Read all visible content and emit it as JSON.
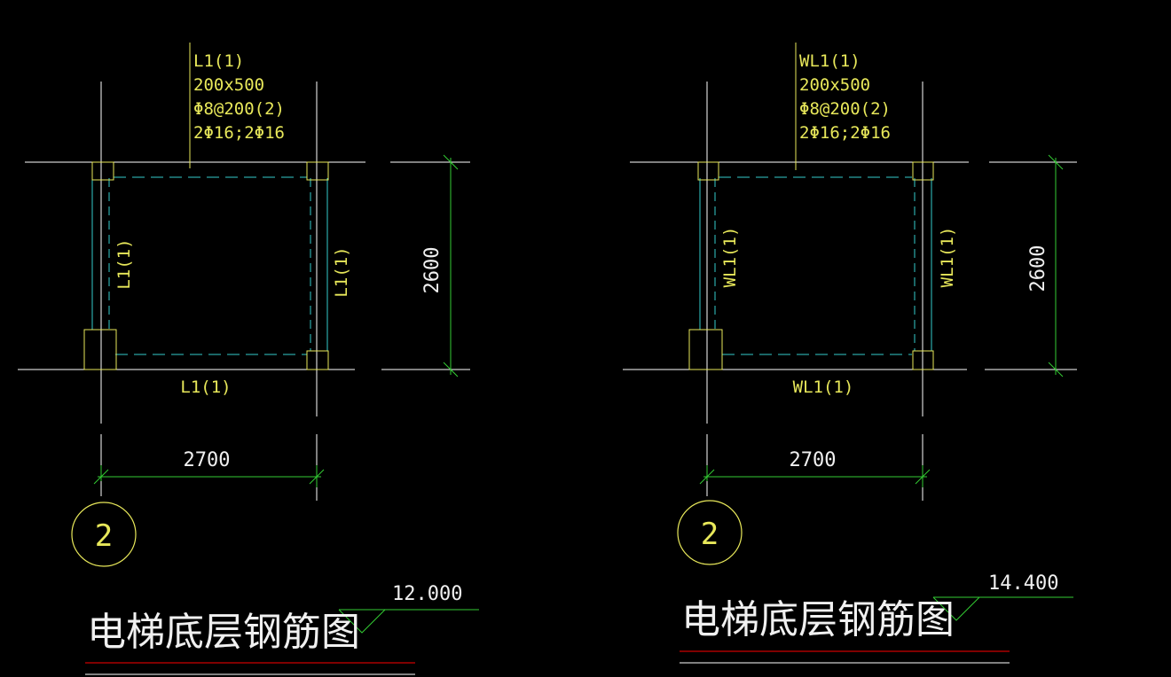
{
  "colors": {
    "background": "#000000",
    "axis_line": "#ffffff",
    "beam_line": "#33cccc",
    "hidden_line": "#33cccc",
    "column": "#e8e85a",
    "dimension": "#33cc33",
    "text": "#e8e85a",
    "title": "#f0f0f0",
    "underline_red": "#cc0000"
  },
  "panels": [
    {
      "beam_name": "L1(1)",
      "beam_size": "200x500",
      "stirrup": "Φ8@200(2)",
      "rebar": "2Φ16;2Φ16",
      "left_beam": "L1(1)",
      "right_beam": "L1(1)",
      "bottom_beam": "L1(1)",
      "dim_vertical": "2600",
      "dim_horizontal": "2700",
      "axis_bubble": "2",
      "title": "电梯底层钢筋图",
      "elevation": "12.000"
    },
    {
      "beam_name": "WL1(1)",
      "beam_size": "200x500",
      "stirrup": "Φ8@200(2)",
      "rebar": "2Φ16;2Φ16",
      "left_beam": "WL1(1)",
      "right_beam": "WL1(1)",
      "bottom_beam": "WL1(1)",
      "dim_vertical": "2600",
      "dim_horizontal": "2700",
      "axis_bubble": "2",
      "title": "电梯底层钢筋图",
      "elevation": "14.400"
    }
  ]
}
